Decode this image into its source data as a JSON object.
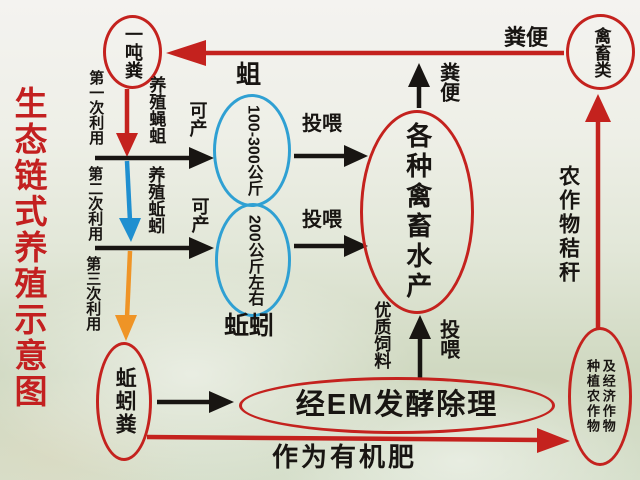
{
  "title": "生态链式养殖示意图",
  "nodes": {
    "one_ton_manure": "一吨粪",
    "poultry_livestock": "禽畜类",
    "maggot_yield": "100-300公斤",
    "earthworm_yield": "200公斤左右",
    "livestock_aquatic": "各种禽畜水产",
    "earthworm_manure": "蚯蚓粪",
    "em_treatment": "经EM发酵除理",
    "crops_col_left": "种植农作物",
    "crops_col_right": "及经济作物"
  },
  "labels": {
    "first_use": "第一次利用",
    "second_use": "第二次利用",
    "third_use": "第三次利用",
    "raise_fly_maggots": "养殖蝇蛆",
    "raise_earthworms": "养殖蚯蚓",
    "can_produce_1": "可产",
    "can_produce_2": "可产",
    "maggot": "蛆",
    "earthworm": "蚯蚓",
    "feed_1": "投喂",
    "feed_2": "投喂",
    "feed_3": "投喂",
    "manure_top": "粪便",
    "manure_mid": "粪便",
    "quality_feed": "优质饲料",
    "crop_straw": "农作物秸秆",
    "organic_fertilizer": "作为有机肥"
  },
  "colors": {
    "red": "#c4221e",
    "blue_oval": "#2fa0d3",
    "blue_arrow": "#1f8fd0",
    "orange": "#ef9426",
    "black": "#181512",
    "title_red": "#c32020"
  }
}
